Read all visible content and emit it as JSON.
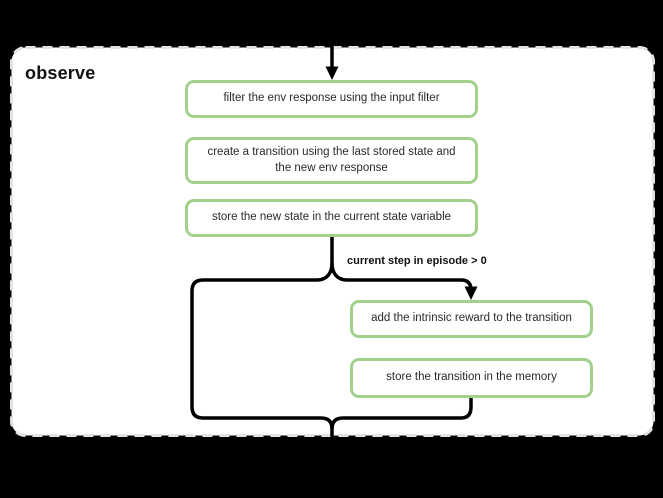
{
  "diagram": {
    "title": "observe",
    "nodes": [
      {
        "id": "filter-env-response",
        "label": "filter the env response using the input filter"
      },
      {
        "id": "create-transition",
        "label": "create a transition using the last stored state and the new env response"
      },
      {
        "id": "store-new-state",
        "label": "store the new state in the current state variable"
      },
      {
        "id": "add-intrinsic-reward",
        "label": "add the intrinsic reward to the transition"
      },
      {
        "id": "store-transition",
        "label": "store the transition in the memory"
      }
    ],
    "condition_label": "current step in episode > 0",
    "colors": {
      "canvas_bg": "#000000",
      "panel_bg": "#ffffff",
      "panel_dashed_border": "#e3e3e3",
      "node_border": "#a2d18c",
      "node_bg": "#ffffff",
      "edge": "#000000",
      "text": "#2b2b2b"
    }
  }
}
